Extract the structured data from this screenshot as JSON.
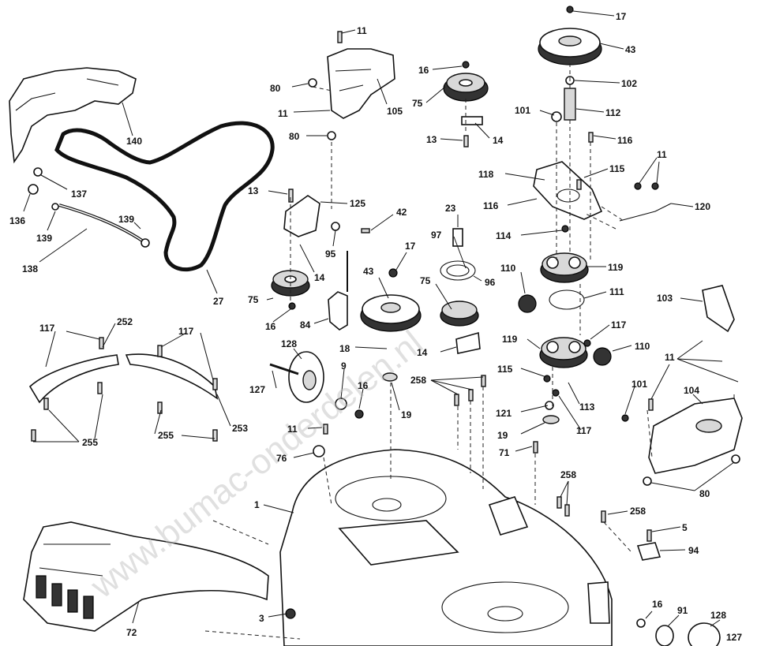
{
  "watermark": "www.bumac-onderdelen.nl",
  "callouts": [
    {
      "id": "c17a",
      "label": "17"
    },
    {
      "id": "c43a",
      "label": "43"
    },
    {
      "id": "c102",
      "label": "102"
    },
    {
      "id": "c101a",
      "label": "101"
    },
    {
      "id": "c112",
      "label": "112"
    },
    {
      "id": "c116a",
      "label": "116"
    },
    {
      "id": "c11a",
      "label": "11"
    },
    {
      "id": "c80a",
      "label": "80"
    },
    {
      "id": "c11b",
      "label": "11"
    },
    {
      "id": "c80b",
      "label": "80"
    },
    {
      "id": "c105",
      "label": "105"
    },
    {
      "id": "c16a",
      "label": "16"
    },
    {
      "id": "c75a",
      "label": "75"
    },
    {
      "id": "c13a",
      "label": "13"
    },
    {
      "id": "c14a",
      "label": "14"
    },
    {
      "id": "c140",
      "label": "140"
    },
    {
      "id": "c137",
      "label": "137"
    },
    {
      "id": "c136",
      "label": "136"
    },
    {
      "id": "c139a",
      "label": "139"
    },
    {
      "id": "c139b",
      "label": "139"
    },
    {
      "id": "c138",
      "label": "138"
    },
    {
      "id": "c27",
      "label": "27"
    },
    {
      "id": "c13b",
      "label": "13"
    },
    {
      "id": "c125",
      "label": "125"
    },
    {
      "id": "c42",
      "label": "42"
    },
    {
      "id": "c95",
      "label": "95"
    },
    {
      "id": "c14b",
      "label": "14"
    },
    {
      "id": "c75b",
      "label": "75"
    },
    {
      "id": "c16b",
      "label": "16"
    },
    {
      "id": "c23",
      "label": "23"
    },
    {
      "id": "c97",
      "label": "97"
    },
    {
      "id": "c17b",
      "label": "17"
    },
    {
      "id": "c43b",
      "label": "43"
    },
    {
      "id": "c75c",
      "label": "75"
    },
    {
      "id": "c96",
      "label": "96"
    },
    {
      "id": "c118",
      "label": "118"
    },
    {
      "id": "c115a",
      "label": "115"
    },
    {
      "id": "c11c",
      "label": "11"
    },
    {
      "id": "c120",
      "label": "120"
    },
    {
      "id": "c116b",
      "label": "116"
    },
    {
      "id": "c114",
      "label": "114"
    },
    {
      "id": "c119a",
      "label": "119"
    },
    {
      "id": "c110a",
      "label": "110"
    },
    {
      "id": "c111",
      "label": "111"
    },
    {
      "id": "c103",
      "label": "103"
    },
    {
      "id": "c84",
      "label": "84"
    },
    {
      "id": "c117a",
      "label": "117"
    },
    {
      "id": "c119b",
      "label": "119"
    },
    {
      "id": "c110b",
      "label": "110"
    },
    {
      "id": "c18",
      "label": "18"
    },
    {
      "id": "c14c",
      "label": "14"
    },
    {
      "id": "c117b",
      "label": "117"
    },
    {
      "id": "c252",
      "label": "252"
    },
    {
      "id": "c117c",
      "label": "117"
    },
    {
      "id": "c128a",
      "label": "128"
    },
    {
      "id": "c9",
      "label": "9"
    },
    {
      "id": "c127a",
      "label": "127"
    },
    {
      "id": "c16c",
      "label": "16"
    },
    {
      "id": "c258a",
      "label": "258"
    },
    {
      "id": "c115b",
      "label": "115"
    },
    {
      "id": "c11d",
      "label": "11"
    },
    {
      "id": "c101b",
      "label": "101"
    },
    {
      "id": "c104",
      "label": "104"
    },
    {
      "id": "c19a",
      "label": "19"
    },
    {
      "id": "c113",
      "label": "113"
    },
    {
      "id": "c121",
      "label": "121"
    },
    {
      "id": "c117d",
      "label": "117"
    },
    {
      "id": "c19b",
      "label": "19"
    },
    {
      "id": "c255a",
      "label": "255"
    },
    {
      "id": "c255b",
      "label": "255"
    },
    {
      "id": "c253",
      "label": "253"
    },
    {
      "id": "c11e",
      "label": "11"
    },
    {
      "id": "c76",
      "label": "76"
    },
    {
      "id": "c71",
      "label": "71"
    },
    {
      "id": "c80c",
      "label": "80"
    },
    {
      "id": "c258b",
      "label": "258"
    },
    {
      "id": "c1",
      "label": "1"
    },
    {
      "id": "c258c",
      "label": "258"
    },
    {
      "id": "c5",
      "label": "5"
    },
    {
      "id": "c94",
      "label": "94"
    },
    {
      "id": "c3",
      "label": "3"
    },
    {
      "id": "c72",
      "label": "72"
    },
    {
      "id": "c16d",
      "label": "16"
    },
    {
      "id": "c91",
      "label": "91"
    },
    {
      "id": "c128b",
      "label": "128"
    },
    {
      "id": "c127b",
      "label": "127"
    }
  ]
}
